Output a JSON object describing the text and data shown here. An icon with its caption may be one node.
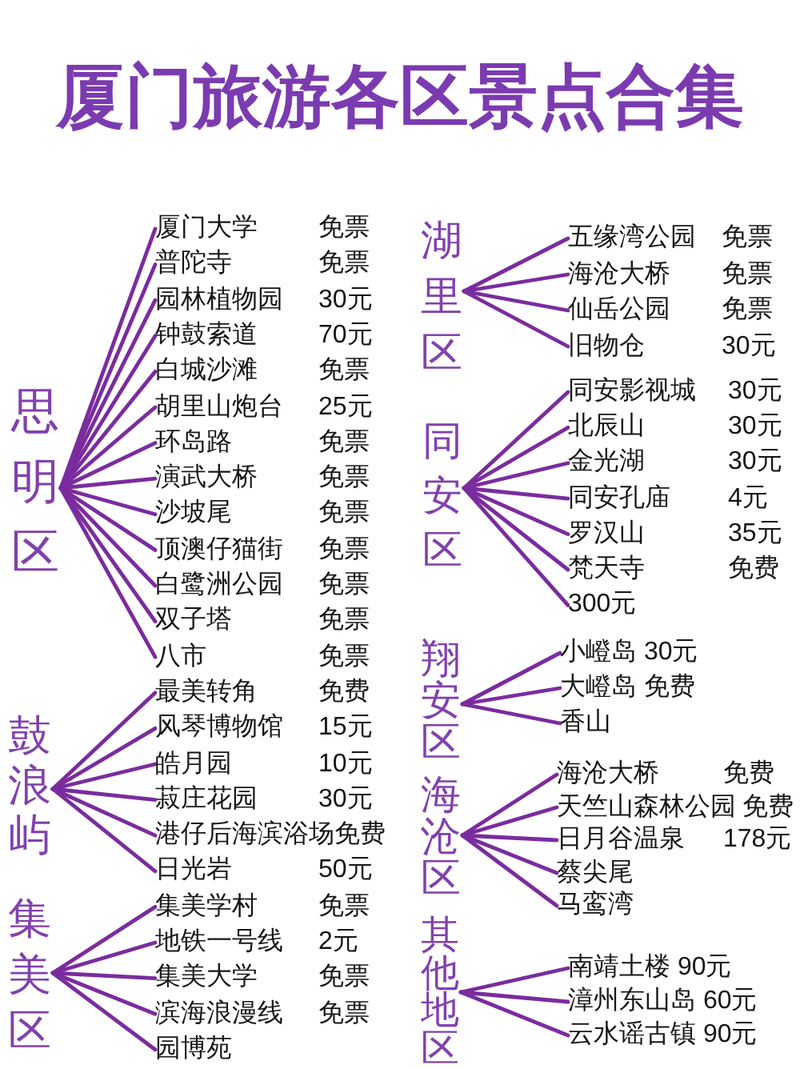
{
  "diagram": {
    "title": "厦门旅游各区景点合集",
    "nodes": [
      {
        "text": [
          "思明区"
        ]
      },
      {
        "text": [
          "厦门大学",
          "免票"
        ]
      },
      {
        "text": [
          "普陀寺",
          "免票"
        ]
      },
      {
        "text": [
          "园林植物园",
          "30元"
        ]
      },
      {
        "text": [
          "钟鼓索道",
          "70元"
        ]
      },
      {
        "text": [
          "白城沙滩",
          "免票"
        ]
      },
      {
        "text": [
          "胡里山炮台",
          "25元"
        ]
      },
      {
        "text": [
          "环岛路",
          "免票"
        ]
      },
      {
        "text": [
          "演武大桥",
          "免票"
        ]
      },
      {
        "text": [
          "沙坡尾",
          "免票"
        ]
      },
      {
        "text": [
          "顶澳仔猫街",
          "免票"
        ]
      },
      {
        "text": [
          "白鹭洲公园",
          "免票"
        ]
      },
      {
        "text": [
          "双子塔",
          "免票"
        ]
      },
      {
        "text": [
          "八市",
          "免票"
        ]
      },
      {
        "text": [
          "鼓浪屿"
        ]
      },
      {
        "text": [
          "最美转角",
          "免费"
        ]
      },
      {
        "text": [
          "风琴博物馆",
          "15元"
        ]
      },
      {
        "text": [
          "皓月园",
          "10元"
        ]
      },
      {
        "text": [
          "菽庄花园",
          "30元"
        ]
      },
      {
        "text": [
          "港仔后海滨浴场",
          "免费"
        ]
      },
      {
        "text": [
          "日光岩",
          "50元"
        ]
      },
      {
        "text": [
          "集美区"
        ]
      },
      {
        "text": [
          "集美学村",
          "免票"
        ]
      },
      {
        "text": [
          "地铁一号线",
          "2元"
        ]
      },
      {
        "text": [
          "集美大学",
          "免票"
        ]
      },
      {
        "text": [
          "滨海浪漫线",
          "免票"
        ]
      },
      {
        "text": [
          "园博苑"
        ]
      },
      {
        "text": [
          "湖里区"
        ]
      },
      {
        "text": [
          "五缘湾公园",
          "免票"
        ]
      },
      {
        "text": [
          "海沧大桥",
          "免票"
        ]
      },
      {
        "text": [
          "仙岳公园",
          "免票"
        ]
      },
      {
        "text": [
          "旧物仓",
          "30元"
        ]
      },
      {
        "text": [
          "同安区"
        ]
      },
      {
        "text": [
          "同安影视城",
          "30元"
        ]
      },
      {
        "text": [
          "北辰山",
          "30元"
        ]
      },
      {
        "text": [
          "金光湖",
          "30元"
        ]
      },
      {
        "text": [
          "同安孔庙",
          "4元"
        ]
      },
      {
        "text": [
          "罗汉山",
          "35元"
        ]
      },
      {
        "text": [
          "梵天寺",
          "免费"
        ]
      },
      {
        "text": [
          "300元"
        ]
      },
      {
        "text": [
          "翔安区"
        ]
      },
      {
        "text": [
          "小嶝岛 30元"
        ]
      },
      {
        "text": [
          "大嶝岛 免费"
        ]
      },
      {
        "text": [
          "香山"
        ]
      },
      {
        "text": [
          "海沧区"
        ]
      },
      {
        "text": [
          "海沧大桥",
          "免费"
        ]
      },
      {
        "text": [
          "天竺山森林公园",
          "免费"
        ]
      },
      {
        "text": [
          "日月谷温泉",
          "178元"
        ]
      },
      {
        "text": [
          "蔡尖尾"
        ]
      },
      {
        "text": [
          "马鸾湾"
        ]
      },
      {
        "text": [
          "其他地区"
        ]
      },
      {
        "text": [
          "南靖土楼 90元"
        ]
      },
      {
        "text": [
          "漳州东山岛 60元"
        ]
      },
      {
        "text": [
          "云水谣古镇 90元"
        ]
      }
    ],
    "edges": [
      {
        "from": 0,
        "to": 1,
        "arrow": "none"
      },
      {
        "from": 0,
        "to": 2,
        "arrow": "none"
      },
      {
        "from": 0,
        "to": 3,
        "arrow": "none"
      },
      {
        "from": 0,
        "to": 4,
        "arrow": "none"
      },
      {
        "from": 0,
        "to": 5,
        "arrow": "none"
      },
      {
        "from": 0,
        "to": 6,
        "arrow": "none"
      },
      {
        "from": 0,
        "to": 7,
        "arrow": "none"
      },
      {
        "from": 0,
        "to": 8,
        "arrow": "none"
      },
      {
        "from": 0,
        "to": 9,
        "arrow": "none"
      },
      {
        "from": 0,
        "to": 10,
        "arrow": "none"
      },
      {
        "from": 0,
        "to": 11,
        "arrow": "none"
      },
      {
        "from": 0,
        "to": 12,
        "arrow": "none"
      },
      {
        "from": 0,
        "to": 13,
        "arrow": "none"
      },
      {
        "from": 14,
        "to": 15,
        "arrow": "none"
      },
      {
        "from": 14,
        "to": 16,
        "arrow": "none"
      },
      {
        "from": 14,
        "to": 17,
        "arrow": "none"
      },
      {
        "from": 14,
        "to": 18,
        "arrow": "none"
      },
      {
        "from": 14,
        "to": 19,
        "arrow": "none"
      },
      {
        "from": 14,
        "to": 20,
        "arrow": "none"
      },
      {
        "from": 21,
        "to": 22,
        "arrow": "none"
      },
      {
        "from": 21,
        "to": 23,
        "arrow": "none"
      },
      {
        "from": 21,
        "to": 24,
        "arrow": "none"
      },
      {
        "from": 21,
        "to": 25,
        "arrow": "none"
      },
      {
        "from": 21,
        "to": 26,
        "arrow": "none"
      },
      {
        "from": 27,
        "to": 28,
        "arrow": "none"
      },
      {
        "from": 27,
        "to": 29,
        "arrow": "none"
      },
      {
        "from": 27,
        "to": 30,
        "arrow": "none"
      },
      {
        "from": 27,
        "to": 31,
        "arrow": "none"
      },
      {
        "from": 32,
        "to": 33,
        "arrow": "none"
      },
      {
        "from": 32,
        "to": 34,
        "arrow": "none"
      },
      {
        "from": 32,
        "to": 35,
        "arrow": "none"
      },
      {
        "from": 32,
        "to": 36,
        "arrow": "none"
      },
      {
        "from": 32,
        "to": 37,
        "arrow": "none"
      },
      {
        "from": 32,
        "to": 38,
        "arrow": "none"
      },
      {
        "from": 32,
        "to": 39,
        "arrow": "none"
      },
      {
        "from": 40,
        "to": 41,
        "arrow": "none"
      },
      {
        "from": 40,
        "to": 42,
        "arrow": "none"
      },
      {
        "from": 40,
        "to": 43,
        "arrow": "none"
      },
      {
        "from": 44,
        "to": 45,
        "arrow": "none"
      },
      {
        "from": 44,
        "to": 46,
        "arrow": "none"
      },
      {
        "from": 44,
        "to": 47,
        "arrow": "none"
      },
      {
        "from": 44,
        "to": 48,
        "arrow": "none"
      },
      {
        "from": 44,
        "to": 49,
        "arrow": "none"
      },
      {
        "from": 50,
        "to": 51,
        "arrow": "none"
      },
      {
        "from": 50,
        "to": 52,
        "arrow": "none"
      },
      {
        "from": 50,
        "to": 53,
        "arrow": "none"
      }
    ]
  }
}
